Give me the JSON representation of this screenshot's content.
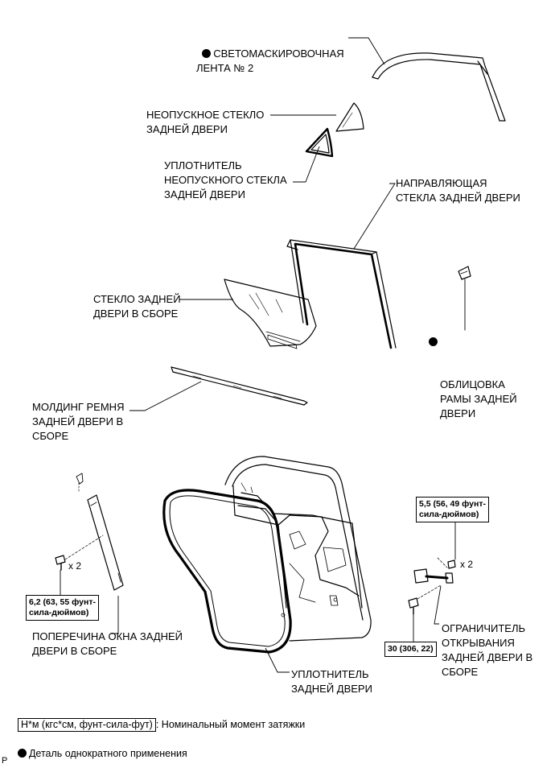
{
  "labels": {
    "tape": "СВЕТОМАСКИРОВОЧНАЯ\nЛЕНТА № 2",
    "fixed_glass": "НЕОПУСКНОЕ СТЕКЛО\nЗАДНЕЙ ДВЕРИ",
    "fixed_glass_seal": "УПЛОТНИТЕЛЬ\nНЕОПУСКНОГО СТЕКЛА\nЗАДНЕЙ ДВЕРИ",
    "glass_run": "НАПРАВЛЯЮЩАЯ\nСТЕКЛА ЗАДНЕЙ ДВЕРИ",
    "door_glass": "СТЕКЛО ЗАДНЕЙ\nДВЕРИ В СБОРЕ",
    "frame_garnish": "ОБЛИЦОВКА\nРАМЫ ЗАДНЕЙ\nДВЕРИ",
    "belt_moulding": "МОЛДИНГ РЕМНЯ\nЗАДНЕЙ ДВЕРИ В\nСБОРЕ",
    "division_bar": "ПОПЕРЕЧИНА ОКНА ЗАДНЕЙ\nДВЕРИ В СБОРЕ",
    "weatherstrip": "УПЛОТНИТЕЛЬ\nЗАДНЕЙ ДВЕРИ",
    "check_assy": "ОГРАНИЧИТЕЛЬ\nОТКРЫВАНИЯ\nЗАДНЕЙ ДВЕРИ В\nСБОРЕ"
  },
  "torques": {
    "t1": "6,2 (63, 55 фунт-\nсила-дюймов)",
    "t2": "5,5 (56, 49 фунт-\nсила-дюймов)",
    "t3": "30 (306, 22)"
  },
  "multipliers": {
    "m1": "x 2",
    "m2": "x 2"
  },
  "legend": {
    "unit_box": "Н*м (кгс*см, фунт-сила-фут)",
    "unit_text": ": Номинальный момент затяжки",
    "single_use": "Деталь однократного применения"
  },
  "footer": "P"
}
